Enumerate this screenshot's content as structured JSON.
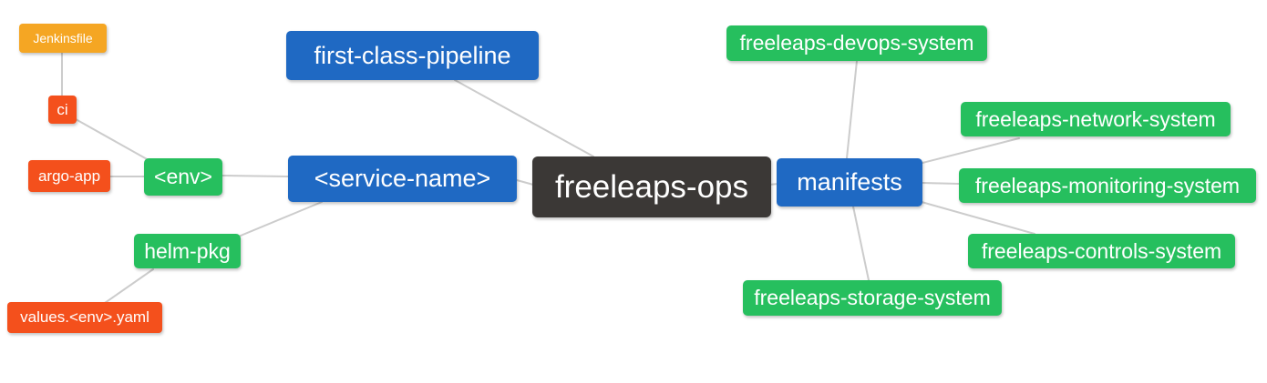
{
  "diagram": {
    "type": "mindmap",
    "root_label": "freeleaps-ops",
    "nodes": {
      "freeleaps_ops": {
        "label": "freeleaps-ops",
        "level": "root"
      },
      "first_class_pipeline": {
        "label": "first-class-pipeline",
        "level": 1
      },
      "service_name": {
        "label": "<service-name>",
        "level": 1
      },
      "manifests": {
        "label": "manifests",
        "level": 1
      },
      "env": {
        "label": "<env>",
        "level": 2
      },
      "helm_pkg": {
        "label": "helm-pkg",
        "level": 2
      },
      "devops_system": {
        "label": "freeleaps-devops-system",
        "level": 2
      },
      "network_system": {
        "label": "freeleaps-network-system",
        "level": 2
      },
      "monitoring_system": {
        "label": "freeleaps-monitoring-system",
        "level": 2
      },
      "controls_system": {
        "label": "freeleaps-controls-system",
        "level": 2
      },
      "storage_system": {
        "label": "freeleaps-storage-system",
        "level": 2
      },
      "argo_app": {
        "label": "argo-app",
        "level": 3
      },
      "ci": {
        "label": "ci",
        "level": 3
      },
      "values_env_yaml": {
        "label": "values.<env>.yaml",
        "level": 3
      },
      "jenkinsfile": {
        "label": "Jenkinsfile",
        "level": 4
      }
    },
    "edges": [
      {
        "from": "jenkinsfile",
        "to": "ci"
      },
      {
        "from": "ci",
        "to": "env"
      },
      {
        "from": "argo_app",
        "to": "env"
      },
      {
        "from": "env",
        "to": "service_name"
      },
      {
        "from": "helm_pkg",
        "to": "service_name"
      },
      {
        "from": "values_env_yaml",
        "to": "helm_pkg"
      },
      {
        "from": "first_class_pipeline",
        "to": "freeleaps_ops"
      },
      {
        "from": "service_name",
        "to": "freeleaps_ops"
      },
      {
        "from": "freeleaps_ops",
        "to": "manifests"
      },
      {
        "from": "manifests",
        "to": "devops_system"
      },
      {
        "from": "manifests",
        "to": "network_system"
      },
      {
        "from": "manifests",
        "to": "monitoring_system"
      },
      {
        "from": "manifests",
        "to": "controls_system"
      },
      {
        "from": "manifests",
        "to": "storage_system"
      }
    ],
    "colors": {
      "root": "#3b3836",
      "level1": "#1f69c3",
      "level2": "#26bf5e",
      "level3": "#f4501c",
      "level4": "#f5a623",
      "edge": "#cccccc",
      "text": "#ffffff",
      "background": "#ffffff"
    }
  }
}
